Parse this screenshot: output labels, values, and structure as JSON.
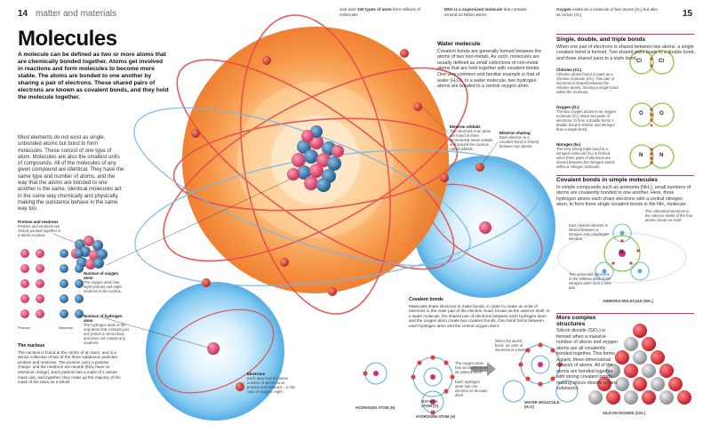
{
  "header": {
    "left_page": "14",
    "section": "matter and materials",
    "right_page": "15",
    "facts": [
      {
        "pre": "Just over ",
        "bold": "100 types of atom",
        "post": " form millions of molecules"
      },
      {
        "pre": "",
        "bold": "DNA is a supersized molecule",
        "post": " that contains around 10 billion atoms"
      },
      {
        "pre": "",
        "bold": "Oxygen",
        "post": " exists as a molecule of two atoms (O₂) but also as ozone (O₃)"
      }
    ]
  },
  "title": "Molecules",
  "intro": "A molecule can be defined as two or more atoms that are chemically bonded together. Atoms get involved in reactions and form molecules to become more stable. The atoms are bonded to one another by sharing a pair of electrons. These shared pairs of electrons are known as covalent bonds, and they hold the molecule together.",
  "body_text": "Most elements do not exist as single, unbonded atoms but bond to form molecules. These consist of one type of atom. Molecules are also the smallest units of compounds. All of the molecules of any given compound are identical. They have the same type and number of atoms, and the way that the atoms are bonded to one another is the same. Identical molecules act in the same way chemically and physically, making the substance behave in the same way too.",
  "protons_neutrons": {
    "title": "Protons and neutrons",
    "text": "Protons and neutrons are closely packed together in a dense nucleus.",
    "proton_label": "Protons",
    "neutron_label": "Neutrons"
  },
  "nucleus_box": {
    "title": "The nucleus",
    "text": "The nucleus is found at the centre of an atom, and is a dense collection of two of the three subatomic particles: protons and neutrons. The protons carry a positive charge, and the neutrons are neutral (they have no electrical charge). Each particle has a mass of 1 atomic mass unit, and together, they make up the majority of the mass of the atom as a whole."
  },
  "callouts": {
    "oxygen_nucleus": {
      "title": "Nucleus of oxygen atom",
      "text": "The oxygen atom has eight protons and eight neutrons in its nucleus."
    },
    "hydrogen_nucleus": {
      "title": "Nucleus of hydrogen atom",
      "text": "The hydrogen atom is the only atom that contains just one proton in its nucleus, and does not contain any neutrons."
    },
    "electron_orbitals": {
      "title": "Electron orbitals",
      "text": "The electrons in an atom are found in three dimensional areas outside and around the nucleus, called orbitals."
    },
    "electron_sharing": {
      "title": "Electron sharing",
      "text": "Each electron in a covalent bond is shared between two atoms."
    },
    "electrons": {
      "title": "Electrons",
      "text": "Each atom has the same number of electrons as protons and neutrons – in the case of oxygen, eight."
    }
  },
  "water_molecule": {
    "title": "Water molecule",
    "text": "Covalent bonds are generally formed between the atoms of two non-metals. As such, molecules are usually defined as small collections of non-metal atoms that are held together with covalent bonds. One very common and familiar example is that of water (H₂O). In a water molecule, two hydrogen atoms are bonded to a central oxygen atom."
  },
  "covalent_bonds": {
    "title": "Covalent bonds",
    "text": "Molecules share electrons to make bonds, in order to create an octet of electrons in the outer part of the electron cloud, known as the valence shell. In a water molecule, the shared pair of electrons between each hydrogen atom and the oxygen atom create two covalent bonds. One bond forms between each hydrogen atom and the central oxygen atom.",
    "oxygen_note": "The oxygen atom has six electrons on its valence shell",
    "hydrogen_note": "Each hydrogen atom has one electron on its outer shell",
    "bond_note": "When the atoms bond, an octet of electrons is created",
    "labels": {
      "oxygen_atom": "OXYGEN ATOM (O)",
      "hydrogen_left": "HYDROGEN ATOM (H)",
      "hydrogen_mid": "HYDROGEN ATOM (H)",
      "water": "WATER MOLECULE (H₂O)"
    }
  },
  "single_double_triple": {
    "title": "Single, double, and triple bonds",
    "text": "When one pair of electrons is shared between two atoms, a single covalent bond is formed. Two shared pairs leads to a double bond, and three shared pairs to a triple bond.",
    "items": [
      {
        "name": "Chlorine (Cl₂)",
        "text": "Chlorine atoms found in pairs as a chlorine molecule (Cl₂). One pair of electrons is shared between the chlorine atoms, forming a single bond within the molecule.",
        "symbol": "Cl"
      },
      {
        "name": "Oxygen (O₂)",
        "text": "The two oxygen atoms in an oxygen molecule (O₂) share two pairs of electrons, to form a double bond. A double bond is shorter and stronger than a single bond.",
        "symbol": "O"
      },
      {
        "name": "Nitrogen (N₂)",
        "text": "The very strong triple bond in a nitrogen molecule (N₂) is formed when three pairs of electrons are shared between the nitrogen atoms within a nitrogen molecule.",
        "symbol": "N"
      }
    ]
  },
  "simple_molecules": {
    "title": "Covalent bonds in simple molecules",
    "text": "In simple compounds such as ammonia (NH₃), small numbers of atoms are covalently bonded to one another. Here, three hydrogen atoms each share electrons with a central nitrogen atom, to form three single covalent bonds in the NH₃ molecule.",
    "note_unbonded": "The unbonded electrons in the valence shells of the four atoms create an octet",
    "note_shared": "Each shared electron is shared between a nitrogen and a hydrogen electron",
    "note_pair": "Two unbonded electrons in the valence shell of the nitrogen atom form a lone pair",
    "label": "AMMONIA MOLECULE (NH₃)",
    "center_symbol": "N",
    "outer_symbol": "H"
  },
  "complex": {
    "title": "More complex structures",
    "text": "Silicon dioxide (SiO₂) is formed when a massive number of silicon and oxygen atoms are all covalently bonded together. This forms a giant, three-dimensional network of atoms. All of the atoms are bonded together with strong covalent bonds, making silicon dioxide a hard substance.",
    "label": "SILICON DIOXIDE (SiO₂)"
  },
  "colors": {
    "accent": "#d72a83",
    "orange": "#f28a3a",
    "blue": "#5fb3e8",
    "proton": "#e0486e",
    "neutron": "#2f6fa3",
    "electron": "#d94545",
    "green_circle": "#8dc63f",
    "grey_atom": "#b8bcc0"
  }
}
